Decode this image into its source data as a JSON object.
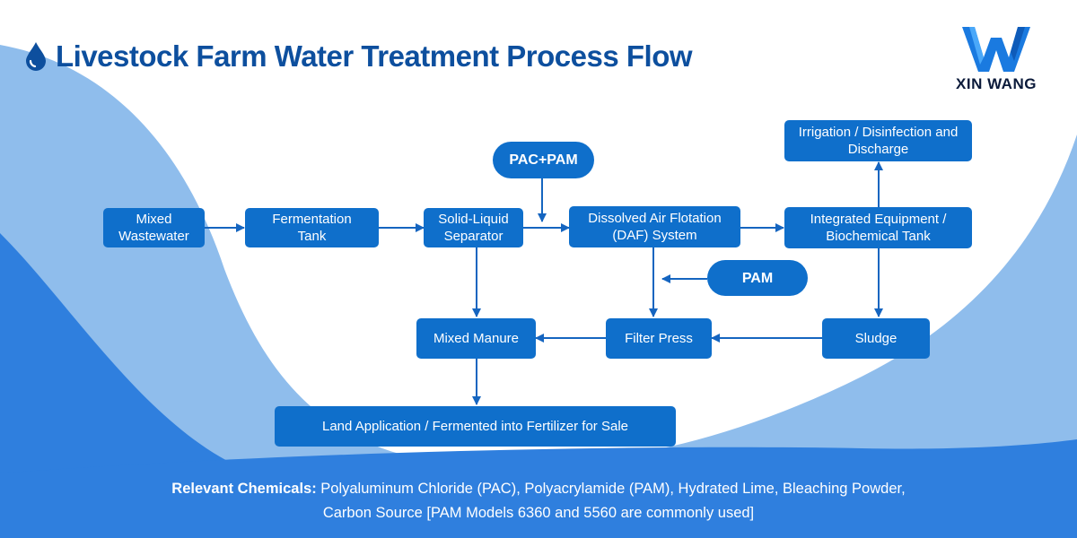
{
  "header": {
    "title": "Livestock Farm Water Treatment Process Flow",
    "icon": "water-drop-icon"
  },
  "logo": {
    "brand_text": "XIN WANG",
    "icon": "w-logo-icon"
  },
  "nodes": {
    "mixed_wastewater": "Mixed Wastewater",
    "fermentation_tank": "Fermentation Tank",
    "solid_liquid_separator": "Solid-Liquid Separator",
    "pac_pam": "PAC+PAM",
    "daf_system": "Dissolved Air Flotation (DAF) System",
    "integrated_equipment": "Integrated Equipment / Biochemical Tank",
    "irrigation": "Irrigation / Disinfection and Discharge",
    "pam": "PAM",
    "mixed_manure": "Mixed Manure",
    "filter_press": "Filter Press",
    "sludge": "Sludge",
    "land_application": "Land Application / Fermented into Fertilizer for Sale"
  },
  "footer": {
    "label": "Relevant Chemicals:",
    "line1": " Polyaluminum Chloride (PAC), Polyacrylamide (PAM), Hydrated Lime, Bleaching Powder,",
    "line2": "Carbon Source [PAM Models 6360 and 5560 are commonly used]"
  },
  "colors": {
    "node_fill": "#0f6fcb",
    "arrow": "#1565c0",
    "title": "#0d4f9e",
    "wave_dark": "#2f7fde",
    "wave_light": "#8fbdec"
  }
}
